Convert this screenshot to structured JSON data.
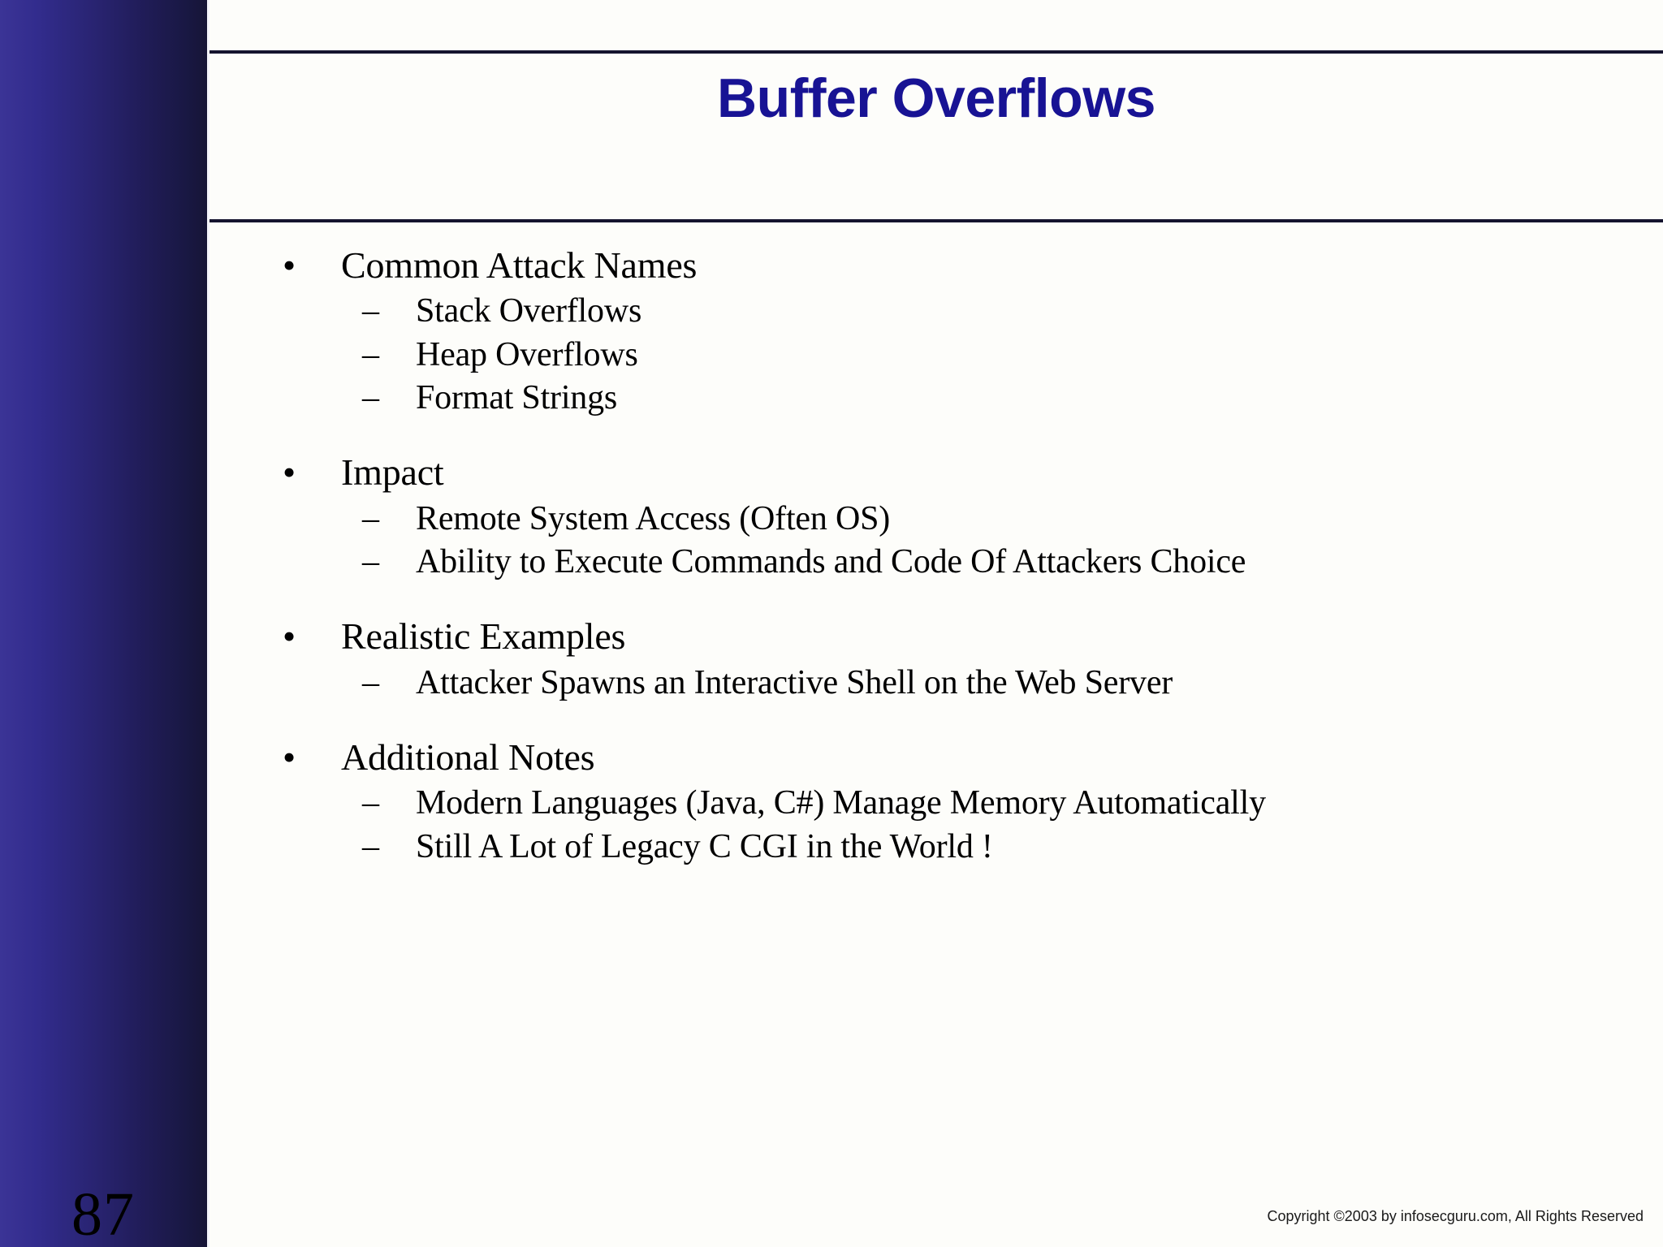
{
  "slide": {
    "title": "Buffer Overflows",
    "page_number": "87",
    "copyright": "Copyright  ©2003 by infosecguru.com, All Rights Reserved",
    "title_color": "#181394",
    "body_color": "#000000",
    "sidebar_gradient_from": "#3b3496",
    "sidebar_gradient_to": "#161436",
    "rule_color": "#15142e",
    "background_color": "#fdfdfa",
    "bullet_glyph": "•",
    "dash_glyph": "–"
  },
  "content": {
    "groups": [
      {
        "heading": "Common Attack Names",
        "items": [
          "Stack Overflows",
          "Heap Overflows",
          "Format Strings"
        ]
      },
      {
        "heading": "Impact",
        "items": [
          "Remote System Access (Often OS)",
          "Ability to Execute Commands and Code Of Attackers Choice"
        ]
      },
      {
        "heading": "Realistic Examples",
        "items": [
          "Attacker Spawns an Interactive Shell on the Web Server"
        ]
      },
      {
        "heading": "Additional Notes",
        "items": [
          "Modern Languages (Java, C#) Manage Memory Automatically",
          "Still A Lot of Legacy C CGI in the World !"
        ]
      }
    ]
  }
}
